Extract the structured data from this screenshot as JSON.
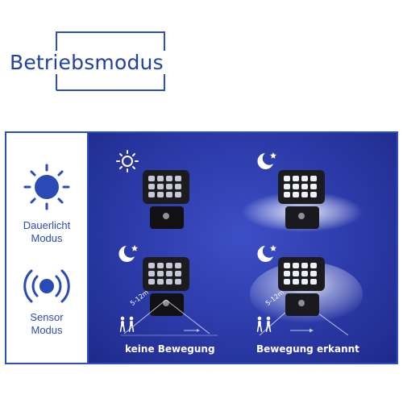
{
  "header": {
    "title": "Betriebsmodus"
  },
  "modes": [
    {
      "label_line1": "Dauerlicht",
      "label_line2": "Modus",
      "icon": "sun-icon"
    },
    {
      "label_line1": "Sensor",
      "label_line2": "Modus",
      "icon": "sensor-icon"
    }
  ],
  "scenes": {
    "top_left_icon": "sun-icon",
    "top_right_icon": "moon-icon",
    "bottom_left_icon": "moon-icon",
    "bottom_right_icon": "moon-icon",
    "range_label": "5-12m",
    "caption_left": "keine Bewegung",
    "caption_right": "Bewegung erkannt"
  },
  "colors": {
    "accent": "#2140a0",
    "panel": "#2c3aa8",
    "lamp_body": "#1c1c1f",
    "led": "#d8dbe6"
  }
}
